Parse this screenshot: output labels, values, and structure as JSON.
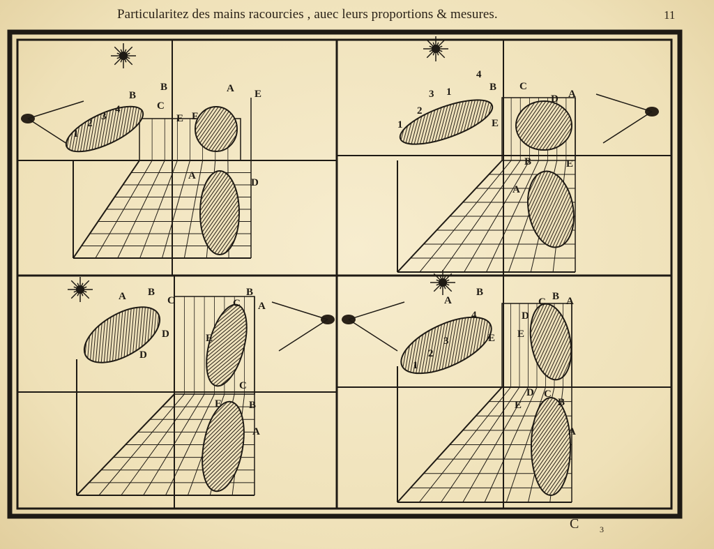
{
  "header": {
    "title": "Particularitez des mains racourcies , auec leurs proportions & mesures.",
    "page_number": "11"
  },
  "signature": {
    "mark": "C",
    "number": "3"
  },
  "panels": [
    {
      "labels": [
        "1",
        "2",
        "3",
        "4",
        "B",
        "B",
        "A",
        "E",
        "A",
        "D",
        "F",
        "E",
        "C"
      ]
    },
    {
      "labels": [
        "1",
        "2",
        "3",
        "1",
        "4",
        "B",
        "C",
        "D",
        "A",
        "E",
        "B",
        "E",
        "A"
      ]
    },
    {
      "labels": [
        "A",
        "B",
        "C",
        "D",
        "B",
        "C",
        "A",
        "E",
        "D",
        "C",
        "E",
        "B",
        "A"
      ]
    },
    {
      "labels": [
        "1",
        "2",
        "3",
        "4",
        "A",
        "B",
        "C",
        "B",
        "A",
        "D",
        "E",
        "E",
        "D",
        "C",
        "B",
        "E",
        "A"
      ]
    }
  ],
  "colors": {
    "paper": "#f3e7c4",
    "ink": "#1e1a14"
  }
}
